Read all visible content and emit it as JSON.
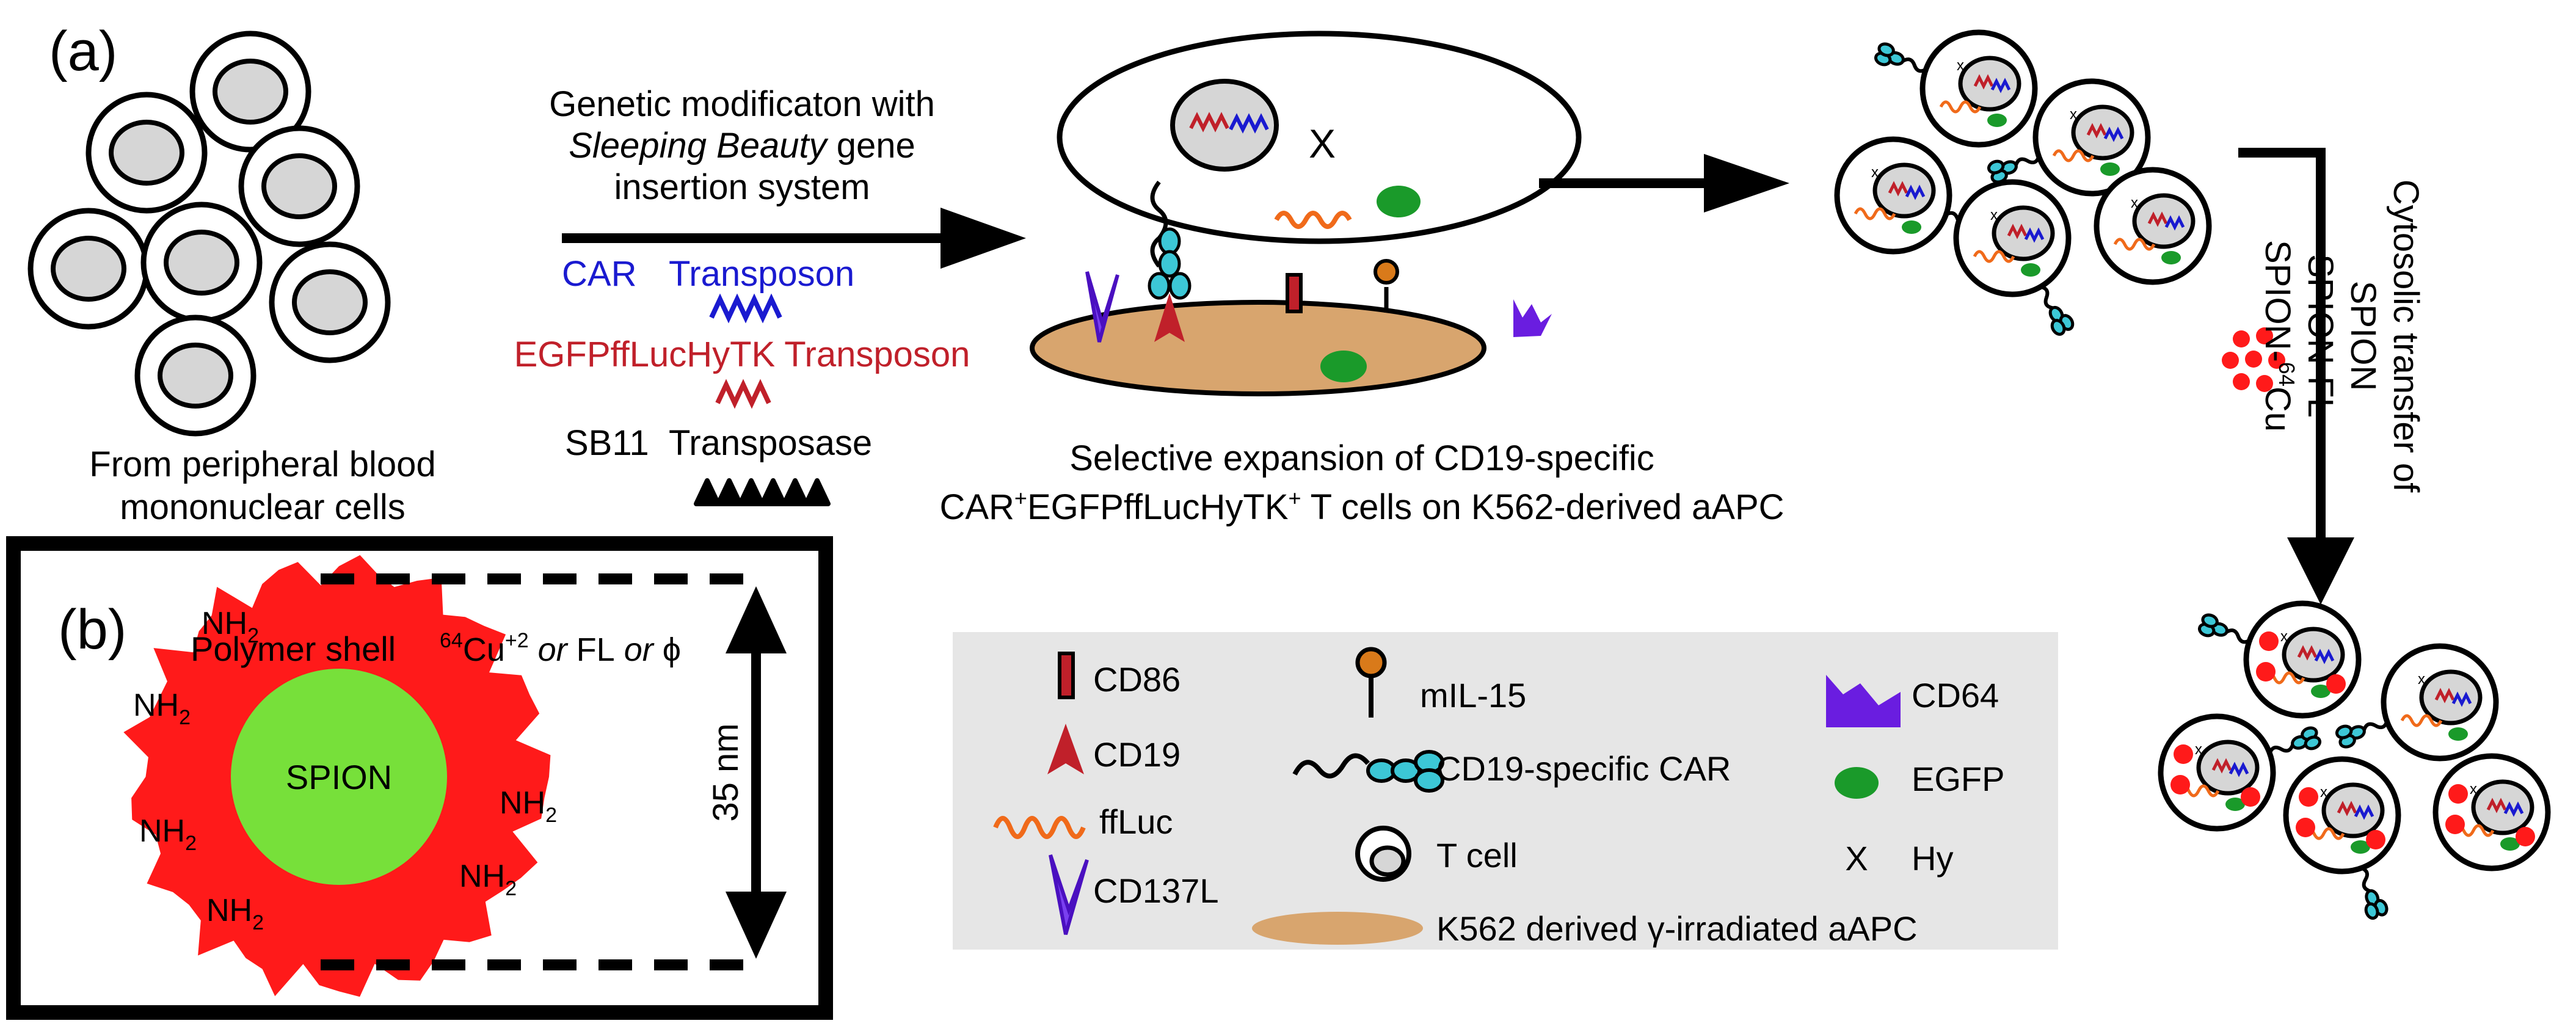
{
  "panel_a": {
    "label": "(a)",
    "source_caption": [
      "From peripheral blood",
      "mononuclear cells"
    ],
    "modification_text": {
      "line1": "Genetic modificaton with",
      "line2_italic": "Sleeping Beauty",
      "line2_rest": " gene",
      "line3": "insertion system"
    },
    "constructs": {
      "car": "CAR",
      "car_transposon": "Transposon",
      "egfp": "EGFPffLucHyTK Transposon",
      "sb11": "SB11",
      "sb11_transposase": "Transposase"
    },
    "expansion_caption": {
      "line1": "Selective expansion of CD19-specific",
      "line2_a": "CAR",
      "line2_sup_a": "+",
      "line2_b": "EGFPffLucHyTK",
      "line2_sup_b": "+",
      "line2_c": " T cells on K562-derived aAPC"
    },
    "cytosolic_text": {
      "line1": "Cytosolic transfer of",
      "line2": "SPION",
      "line3": "SPION-FL",
      "line4_a": "SPION-",
      "line4_sup": "64",
      "line4_b": "Cu"
    },
    "cell_x_mark": "X",
    "small_x_mark": "x"
  },
  "panel_b": {
    "label": "(b)",
    "polymer_shell": "Polymer shell",
    "nh2": "NH",
    "nh2_sub": "2",
    "core": "SPION",
    "payload_sup": "64",
    "payload_cu": "Cu",
    "payload_charge": "+2",
    "payload_or1": " or ",
    "payload_fl": "FL",
    "payload_or2": " or ",
    "payload_phi": "ϕ",
    "size": "35 nm"
  },
  "legend": {
    "cd86": "CD86",
    "cd19": "CD19",
    "ffluc": "ffLuc",
    "cd137l": "CD137L",
    "mil15": "mIL-15",
    "car": "CD19-specific CAR",
    "tcell": "T cell",
    "k562_a": "K562 derived ",
    "k562_gamma": "γ",
    "k562_b": "-irradiated aAPC",
    "cd64": "CD64",
    "egfp": "EGFP",
    "hy_mark": "X",
    "hy": "Hy"
  },
  "colors": {
    "car_blue": "#1a1ad0",
    "transposon_red": "#c0202a",
    "spion_green": "#77e03a",
    "shell_red": "#ff1a1a",
    "apc_tan": "#d8a56e",
    "legend_bg": "#e6e6e6",
    "egfp_green": "#1a9a2a",
    "cd64_purple": "#6a1de0",
    "car_cyan": "#3cc7d6",
    "mil15_orange": "#d97a1a"
  }
}
